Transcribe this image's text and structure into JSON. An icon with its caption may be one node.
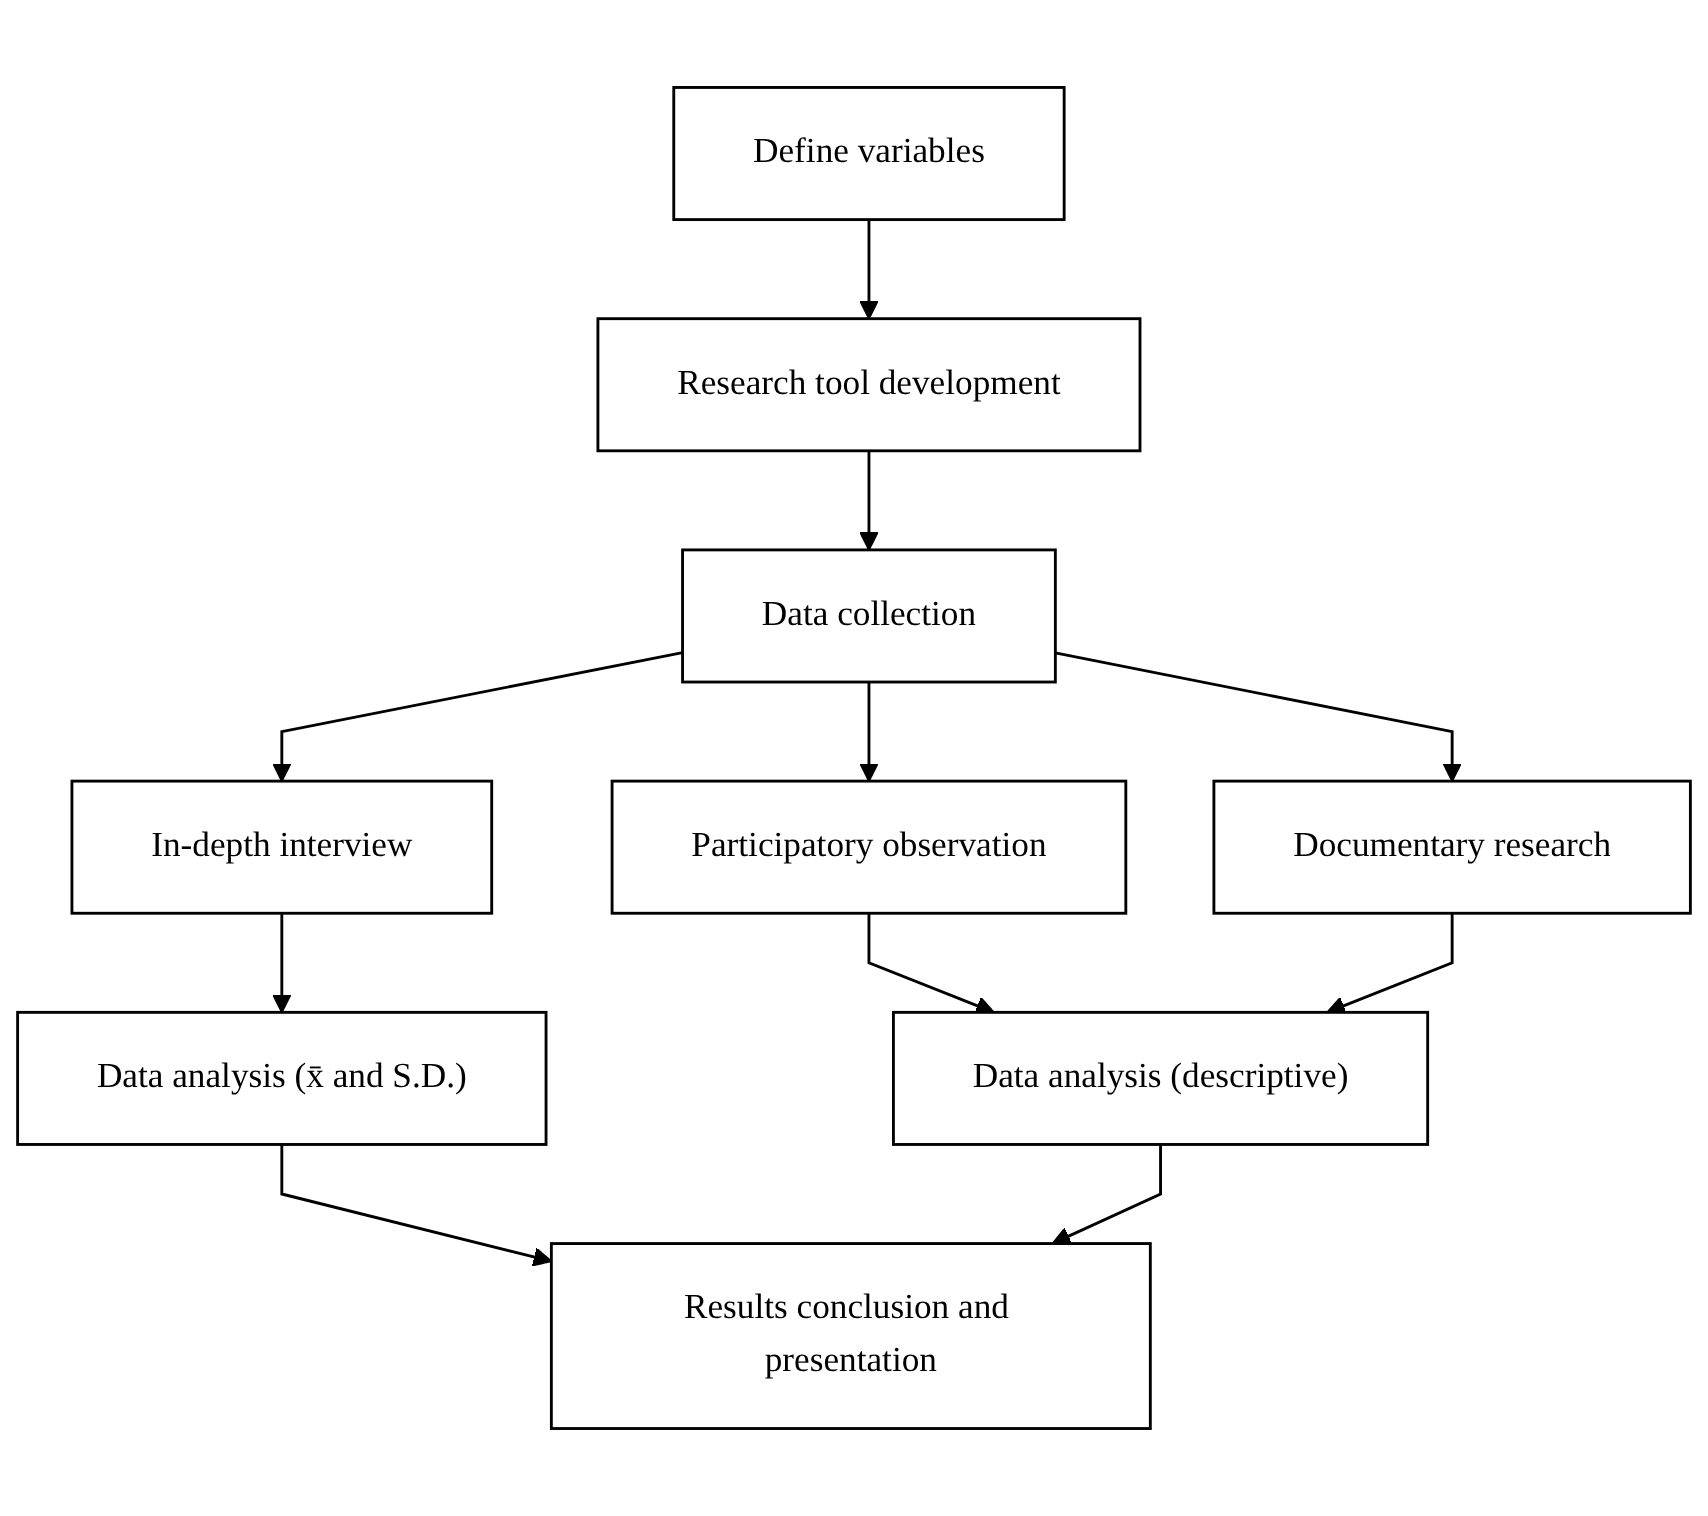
{
  "diagram": {
    "nodes": [
      {
        "text": [
          "Define variables"
        ]
      },
      {
        "text": [
          "Research tool development"
        ]
      },
      {
        "text": [
          "Data collection"
        ]
      },
      {
        "text": [
          "In-depth interview"
        ]
      },
      {
        "text": [
          "Participatory observation"
        ]
      },
      {
        "text": [
          "Documentary research"
        ]
      },
      {
        "text": [
          "Data analysis (x̄ and S.D.)"
        ]
      },
      {
        "text": [
          "Data analysis (descriptive)"
        ]
      },
      {
        "text": [
          "Results conclusion and presentation"
        ]
      }
    ],
    "edges": [
      {
        "from": 0,
        "to": 1,
        "arrow": "to"
      },
      {
        "from": 1,
        "to": 2,
        "arrow": "to"
      },
      {
        "from": 2,
        "to": 3,
        "arrow": "to"
      },
      {
        "from": 2,
        "to": 4,
        "arrow": "to"
      },
      {
        "from": 2,
        "to": 5,
        "arrow": "to"
      },
      {
        "from": 3,
        "to": 6,
        "arrow": "to"
      },
      {
        "from": 4,
        "to": 7,
        "arrow": "to"
      },
      {
        "from": 5,
        "to": 7,
        "arrow": "to"
      },
      {
        "from": 6,
        "to": 8,
        "arrow": "to"
      },
      {
        "from": 7,
        "to": 8,
        "arrow": "to"
      }
    ]
  }
}
